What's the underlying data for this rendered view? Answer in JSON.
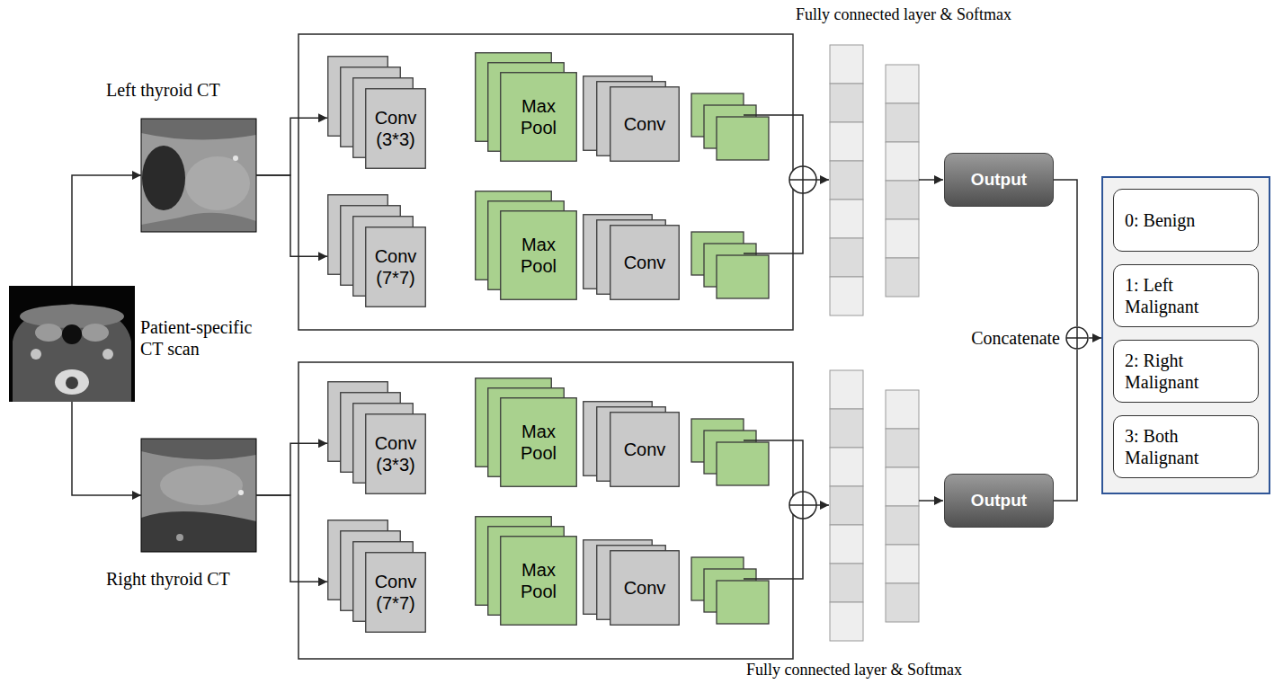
{
  "diagram": {
    "nodes": [
      {
        "text": [
          "Patient-specific CT scan"
        ]
      },
      {
        "text": [
          "Left thyroid CT"
        ]
      },
      {
        "text": [
          "Right thyroid CT"
        ]
      },
      {
        "text": [
          "Conv (3*3)"
        ]
      },
      {
        "text": [
          "Max Pool"
        ]
      },
      {
        "text": [
          "Conv"
        ]
      },
      {
        "text": [
          "Conv (7*7)"
        ]
      },
      {
        "text": [
          "Max Pool"
        ]
      },
      {
        "text": [
          "Conv"
        ]
      },
      {
        "text": [
          "Conv (3*3)"
        ]
      },
      {
        "text": [
          "Max Pool"
        ]
      },
      {
        "text": [
          "Conv"
        ]
      },
      {
        "text": [
          "Conv (7*7)"
        ]
      },
      {
        "text": [
          "Max Pool"
        ]
      },
      {
        "text": [
          "Conv"
        ]
      },
      {
        "text": [
          "Output"
        ]
      },
      {
        "text": [
          "Output"
        ]
      },
      {
        "text": [
          "Concatenate"
        ]
      },
      {
        "text": [
          "0: Benign"
        ]
      },
      {
        "text": [
          "1: Left Malignant"
        ]
      },
      {
        "text": [
          "2: Right Malignant"
        ]
      },
      {
        "text": [
          "3: Both Malignant"
        ]
      }
    ],
    "edges": [
      {
        "from": 0,
        "to": 1,
        "arrow": "to"
      },
      {
        "from": 0,
        "to": 2,
        "arrow": "to"
      },
      {
        "from": 1,
        "to": 3,
        "arrow": "to"
      },
      {
        "from": 1,
        "to": 6,
        "arrow": "to"
      },
      {
        "from": 2,
        "to": 9,
        "arrow": "to"
      },
      {
        "from": 2,
        "to": 12,
        "arrow": "to"
      },
      {
        "from": 15,
        "to": 17,
        "arrow": "none"
      },
      {
        "from": 16,
        "to": 17,
        "arrow": "none"
      }
    ],
    "labels": [
      "Fully connected layer & Softmax",
      "Fully connected layer & Softmax"
    ]
  }
}
